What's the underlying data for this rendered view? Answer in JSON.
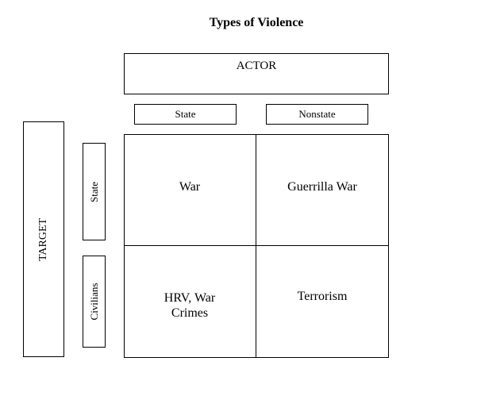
{
  "title": "Types of Violence",
  "actor": {
    "label": "ACTOR",
    "columns": [
      "State",
      "Nonstate"
    ]
  },
  "target": {
    "label": "TARGET",
    "rows": [
      "State",
      "Civilians"
    ]
  },
  "cells": {
    "state_state": "War",
    "nonstate_state": "Guerrilla War",
    "state_civilians_line1": "HRV, War",
    "state_civilians_line2": "Crimes",
    "nonstate_civilians": "Terrorism"
  }
}
